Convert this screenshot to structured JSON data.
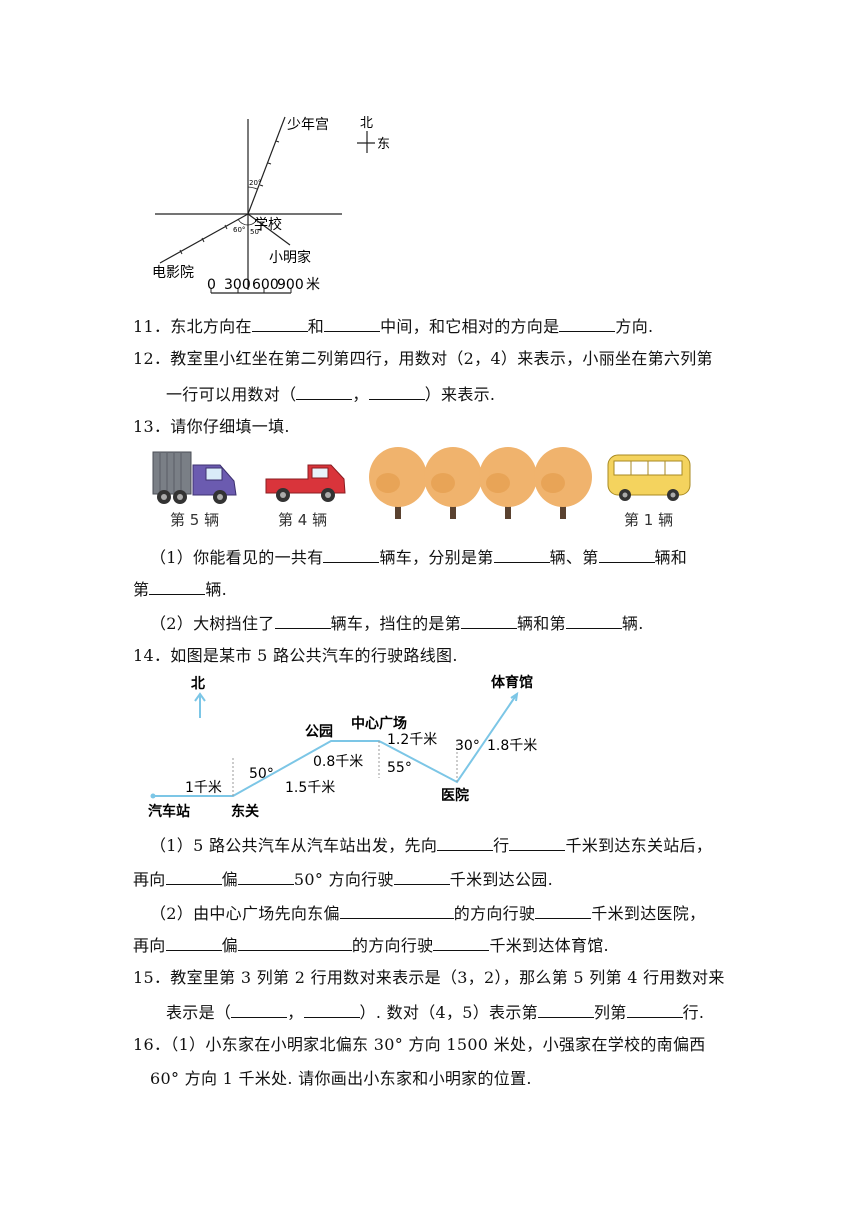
{
  "fig1": {
    "youth_palace": "少年宫",
    "school": "学校",
    "xiaoming_home": "小明家",
    "cinema": "电影院",
    "angle_20": "20°",
    "angle_60": "60°",
    "angle_50": "50°",
    "compass_north": "北",
    "compass_east": "东",
    "scale": [
      "0",
      "300",
      "600",
      "900"
    ],
    "scale_unit": "米"
  },
  "q11": {
    "num": "11．",
    "t1": "东北方向在",
    "t2": "和",
    "t3": "中间，和它相对的方向是",
    "t4": "方向."
  },
  "q12": {
    "num": "12．",
    "line1": "教室里小红坐在第二列第四行，用数对（2，4）来表示，小丽坐在第六列第",
    "t1": "一行可以用数对（",
    "t2": "，",
    "t3": "）来表示."
  },
  "q13": {
    "num": "13．",
    "title": "请你仔细填一填.",
    "label_5": "第 5 辆",
    "label_4": "第 4 辆",
    "label_1": "第 1 辆",
    "p1_a": "（1）你能看见的一共有",
    "p1_b": "辆车，分别是第",
    "p1_c": "辆、第",
    "p1_d": "辆和",
    "p1_e": "第",
    "p1_f": "辆.",
    "p2_a": "（2）大树挡住了",
    "p2_b": "辆车，挡住的是第",
    "p2_c": "辆和第",
    "p2_d": "辆."
  },
  "q14": {
    "num": "14．",
    "title": "如图是某市 5 路公共汽车的行驶路线图.",
    "north": "北",
    "bus_station": "汽车站",
    "dongguan": "东关",
    "park": "公园",
    "center_square": "中心广场",
    "hospital": "医院",
    "stadium": "体育馆",
    "d1": "1千米",
    "d2": "1.5千米",
    "d3": "0.8千米",
    "d4": "1.2千米",
    "d5": "1.8千米",
    "a50": "50°",
    "a55": "55°",
    "a30": "30°",
    "p1_a": "（1）5 路公共汽车从汽车站出发，先向",
    "p1_b": "行",
    "p1_c": "千米到达东关站后，",
    "p1_d": "再向",
    "p1_e": "偏",
    "p1_f": "50°  方向行驶",
    "p1_g": "千米到达公园.",
    "p2_a": "（2）由中心广场先向东偏",
    "p2_b": "的方向行驶",
    "p2_c": "千米到达医院，",
    "p2_d": "再向",
    "p2_e": "偏",
    "p2_f": "的方向行驶",
    "p2_g": "千米到达体育馆."
  },
  "q15": {
    "num": "15．",
    "line1": "教室里第 3 列第 2 行用数对来表示是（3，2），那么第 5 列第 4 行用数对来",
    "t1": "表示是（",
    "t2": "，",
    "t3": "）. 数对（4，5）表示第",
    "t4": "列第",
    "t5": "行."
  },
  "q16": {
    "num": "16．",
    "line1": "（1）小东家在小明家北偏东 30°  方向 1500 米处，小强家在学校的南偏西",
    "line2": "60°  方向 1 千米处. 请你画出小东家和小明家的位置."
  }
}
